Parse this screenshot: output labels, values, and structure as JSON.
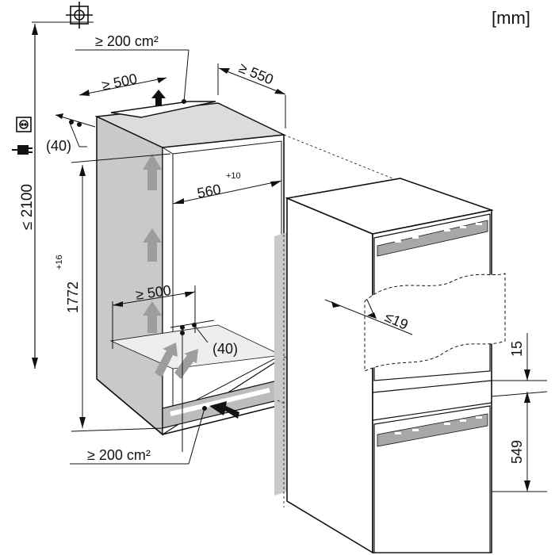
{
  "unit_label": "[mm]",
  "labels": {
    "top_vent_area": "≥ 200 cm²",
    "top_depth": "≥ 500",
    "niche_depth": "≥ 550",
    "top_gap": "(40)",
    "total_height": "≤ 2100",
    "niche_width": "560",
    "niche_width_tol": "+10",
    "niche_height": "1772",
    "niche_height_tol": "+16",
    "bottom_depth": "≥ 500",
    "bottom_gap": "(40)",
    "bottom_vent_area": "≥ 200 cm²",
    "door_panel_gap": "≤19",
    "gap_15": "15",
    "dim_549": "549"
  },
  "icons": [
    "water-supply-icon",
    "socket-icon",
    "power-plug-icon"
  ]
}
